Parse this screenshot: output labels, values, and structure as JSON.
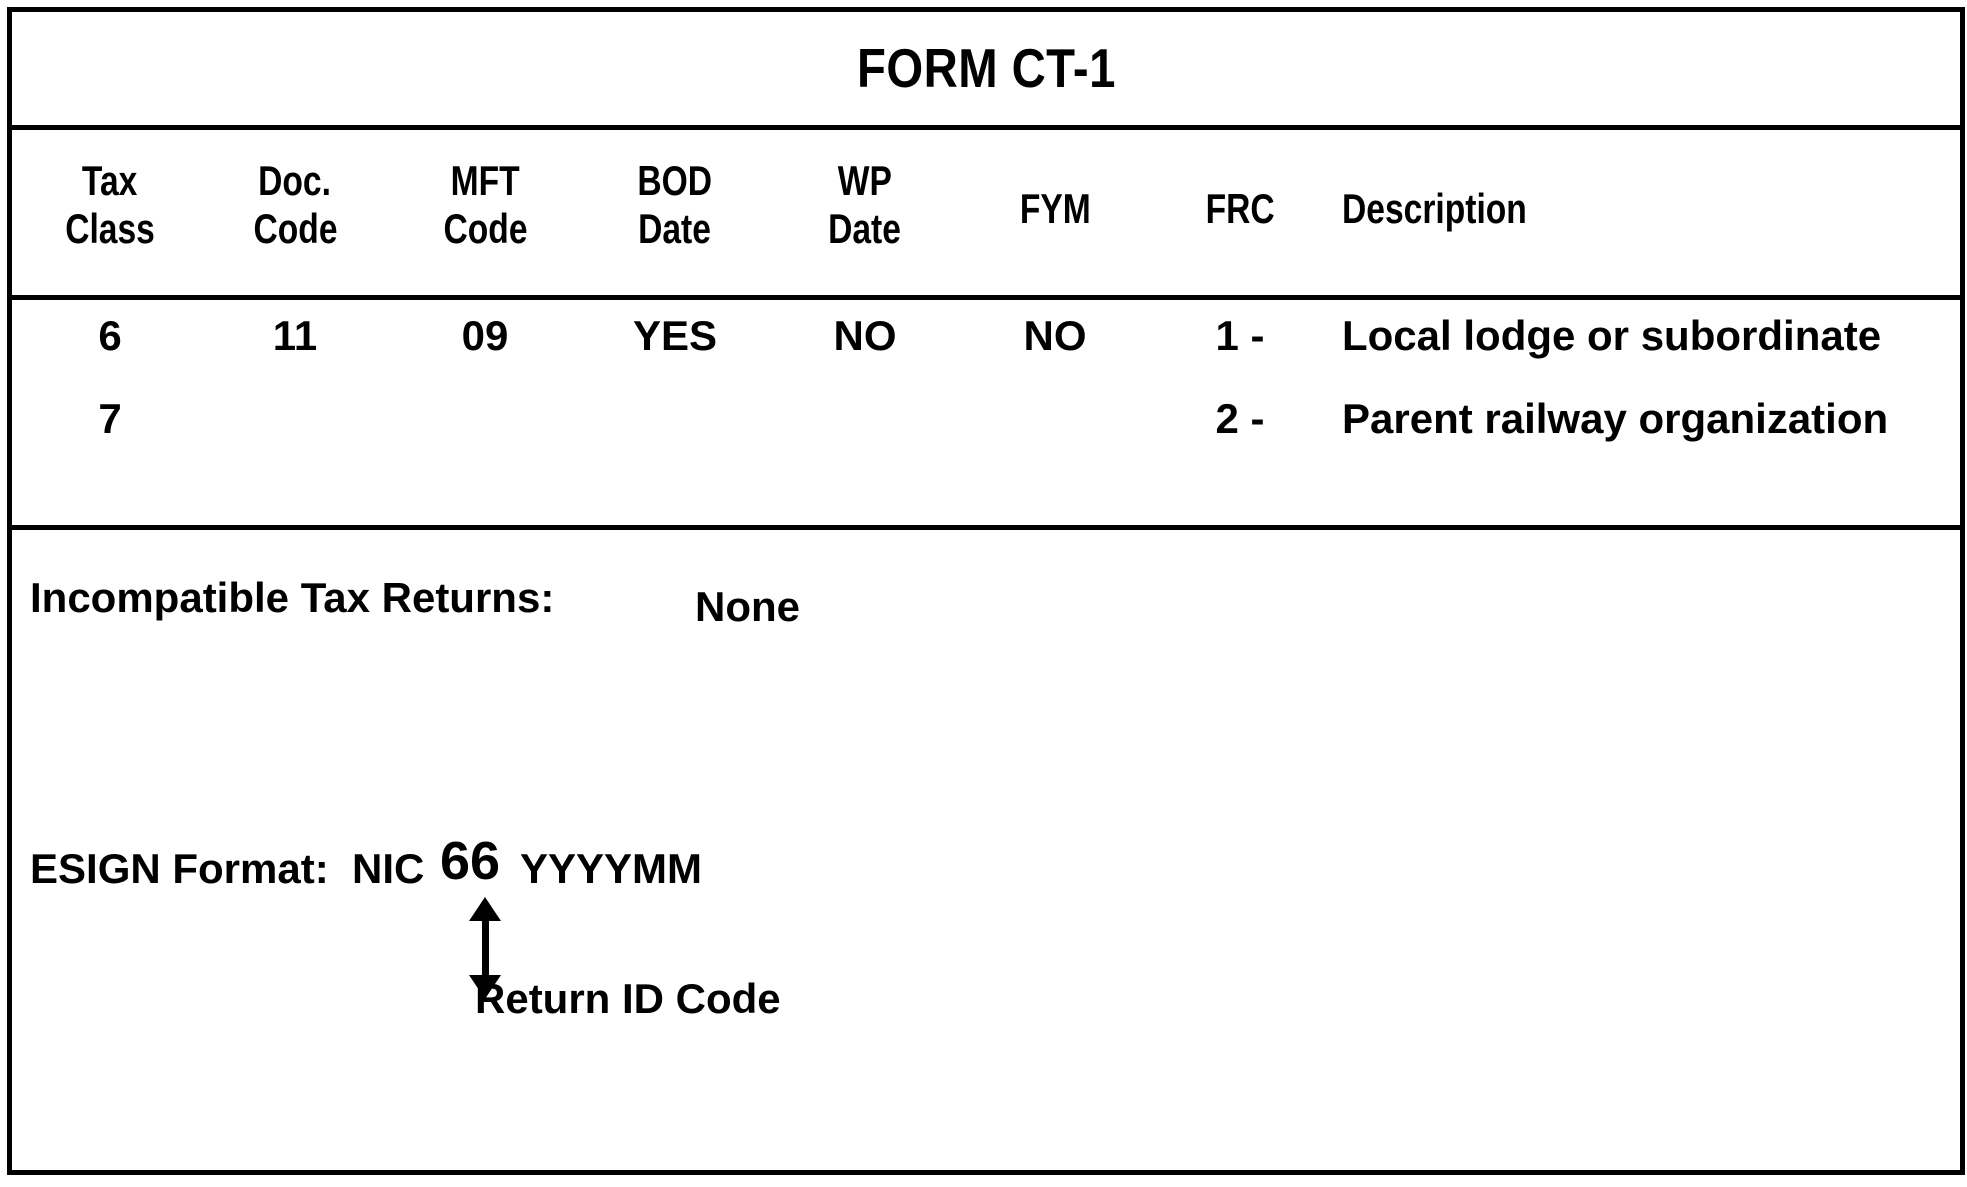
{
  "document": {
    "title": "FORM CT-1"
  },
  "table": {
    "columns": [
      {
        "key": "tax_class",
        "line1": "Tax",
        "line2": "Class"
      },
      {
        "key": "doc_code",
        "line1": "Doc.",
        "line2": "Code"
      },
      {
        "key": "mft_code",
        "line1": "MFT",
        "line2": "Code"
      },
      {
        "key": "bod_date",
        "line1": "BOD",
        "line2": "Date"
      },
      {
        "key": "wp_date",
        "line1": "WP",
        "line2": "Date"
      },
      {
        "key": "fym",
        "line1": "FYM",
        "line2": ""
      },
      {
        "key": "frc",
        "line1": "FRC",
        "line2": ""
      },
      {
        "key": "description",
        "line1": "Description",
        "line2": ""
      }
    ],
    "rows": [
      {
        "tax_class": "6",
        "doc_code": "11",
        "mft_code": "09",
        "bod_date": "YES",
        "wp_date": "NO",
        "fym": "NO",
        "frc": "1 -",
        "description": "Local lodge or subordinate"
      },
      {
        "tax_class": "7",
        "doc_code": "",
        "mft_code": "",
        "bod_date": "",
        "wp_date": "",
        "fym": "",
        "frc": "2 -",
        "description": "Parent railway organization"
      }
    ]
  },
  "incompatible": {
    "label": "Incompatible Tax Returns:",
    "value": "None"
  },
  "esign": {
    "label": "ESIGN Format:",
    "prefix": "NIC",
    "return_id_code": "66",
    "suffix": "YYYYMM",
    "annotation": "Return ID Code"
  }
}
